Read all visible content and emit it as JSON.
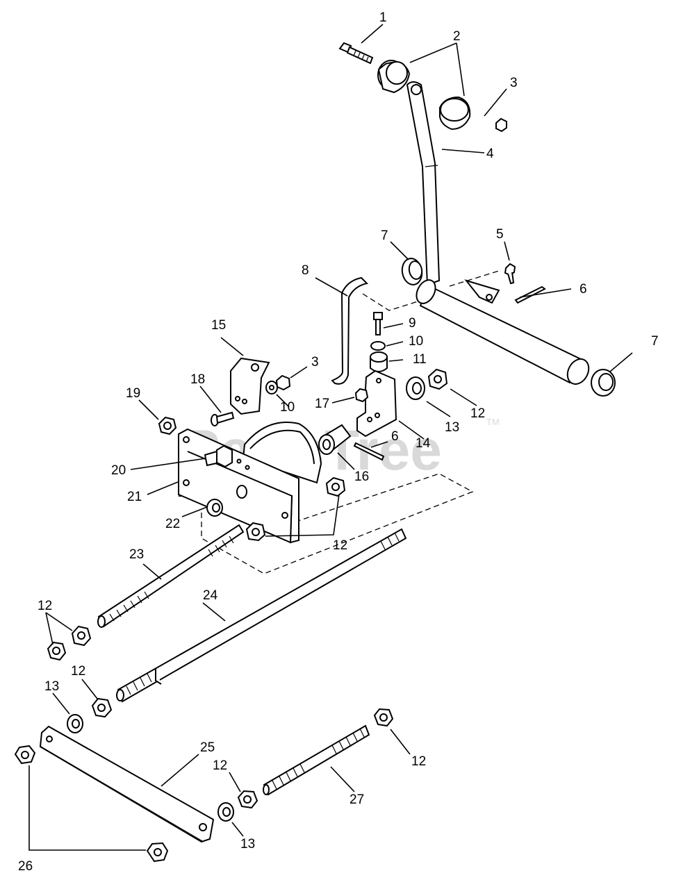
{
  "watermark": "PartsTree",
  "watermark_tm": "TM",
  "callouts": [
    {
      "id": "c1",
      "text": "1"
    },
    {
      "id": "c2",
      "text": "2"
    },
    {
      "id": "c3a",
      "text": "3"
    },
    {
      "id": "c4",
      "text": "4"
    },
    {
      "id": "c5",
      "text": "5"
    },
    {
      "id": "c6a",
      "text": "6"
    },
    {
      "id": "c7a",
      "text": "7"
    },
    {
      "id": "c7b",
      "text": "7"
    },
    {
      "id": "c8",
      "text": "8"
    },
    {
      "id": "c9",
      "text": "9"
    },
    {
      "id": "c10a",
      "text": "10"
    },
    {
      "id": "c11",
      "text": "11"
    },
    {
      "id": "c15",
      "text": "15"
    },
    {
      "id": "c3b",
      "text": "3"
    },
    {
      "id": "c18",
      "text": "18"
    },
    {
      "id": "c19",
      "text": "19"
    },
    {
      "id": "c10b",
      "text": "10"
    },
    {
      "id": "c17",
      "text": "17"
    },
    {
      "id": "c12a",
      "text": "12"
    },
    {
      "id": "c13a",
      "text": "13"
    },
    {
      "id": "c14",
      "text": "14"
    },
    {
      "id": "c6b",
      "text": "6"
    },
    {
      "id": "c20",
      "text": "20"
    },
    {
      "id": "c16",
      "text": "16"
    },
    {
      "id": "c21",
      "text": "21"
    },
    {
      "id": "c22",
      "text": "22"
    },
    {
      "id": "c12b",
      "text": "12"
    },
    {
      "id": "c23",
      "text": "23"
    },
    {
      "id": "c24",
      "text": "24"
    },
    {
      "id": "c12c",
      "text": "12"
    },
    {
      "id": "c12d",
      "text": "12"
    },
    {
      "id": "c13b",
      "text": "13"
    },
    {
      "id": "c25",
      "text": "25"
    },
    {
      "id": "c12e",
      "text": "12"
    },
    {
      "id": "c12f",
      "text": "12"
    },
    {
      "id": "c27",
      "text": "27"
    },
    {
      "id": "c13c",
      "text": "13"
    },
    {
      "id": "c26",
      "text": "26"
    }
  ]
}
